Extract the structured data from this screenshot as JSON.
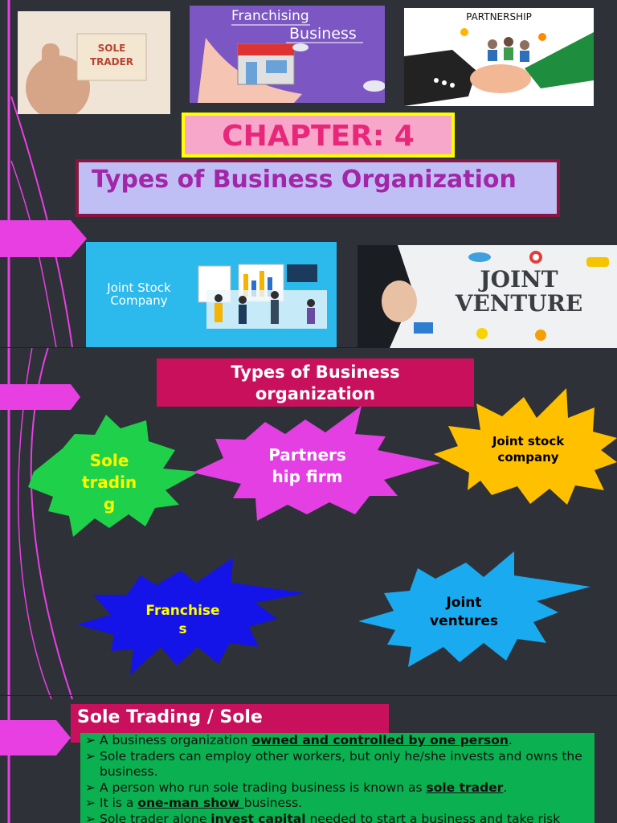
{
  "images": {
    "sole_trader_card": "SOLE\nTRADER",
    "franchising_title_1": "Franchising",
    "franchising_title_2": "Business",
    "partnership_title": "PARTNERSHIP",
    "joint_stock_label_1": "Joint Stock",
    "joint_stock_label_2": "Company",
    "joint_venture_1": "JOINT",
    "joint_venture_2": "VENTURE"
  },
  "chapter": {
    "title": "CHAPTER: 4",
    "subtitle": "Types of Business Organization"
  },
  "types": {
    "header_line1": "Types of Business",
    "header_line2": "organization",
    "items": [
      {
        "label_lines": [
          "Sole",
          "tradin",
          "g"
        ],
        "color": "#1fd14a",
        "text_color": "#ffff00"
      },
      {
        "label_lines": [
          "Partners",
          "hip firm"
        ],
        "color": "#e33fe3",
        "text_color": "#ffffff"
      },
      {
        "label_lines": [
          "Joint stock",
          "company"
        ],
        "color": "#ffc000",
        "text_color": "#000000"
      },
      {
        "label_lines": [
          "Franchise",
          "s"
        ],
        "color": "#1414e8",
        "text_color": "#ffff00"
      },
      {
        "label_lines": [
          "Joint",
          "ventures"
        ],
        "color": "#1aaaf0",
        "text_color": "#000000"
      }
    ]
  },
  "sole_trading": {
    "heading": "Sole Trading / Sole",
    "bullets": [
      {
        "parts": [
          [
            "A business organization ",
            false
          ],
          [
            "owned and controlled by one person",
            true
          ],
          [
            ".",
            false
          ]
        ]
      },
      {
        "parts": [
          [
            "Sole traders can employ other workers, but only he/she invests and owns the business.",
            false
          ]
        ]
      },
      {
        "parts": [
          [
            "A person who run sole trading business is known as ",
            false
          ],
          [
            "sole trader",
            true
          ],
          [
            ".",
            false
          ]
        ]
      },
      {
        "parts": [
          [
            "It is a ",
            false
          ],
          [
            "one-man show ",
            true
          ],
          [
            "business.",
            false
          ]
        ]
      },
      {
        "parts": [
          [
            "Sole trader alone ",
            false
          ],
          [
            "invest capital",
            true
          ],
          [
            " needed to start a business and take risk",
            false
          ]
        ]
      }
    ]
  },
  "colors": {
    "accent_magenta": "#e83fe3",
    "background": "#2e3138"
  }
}
